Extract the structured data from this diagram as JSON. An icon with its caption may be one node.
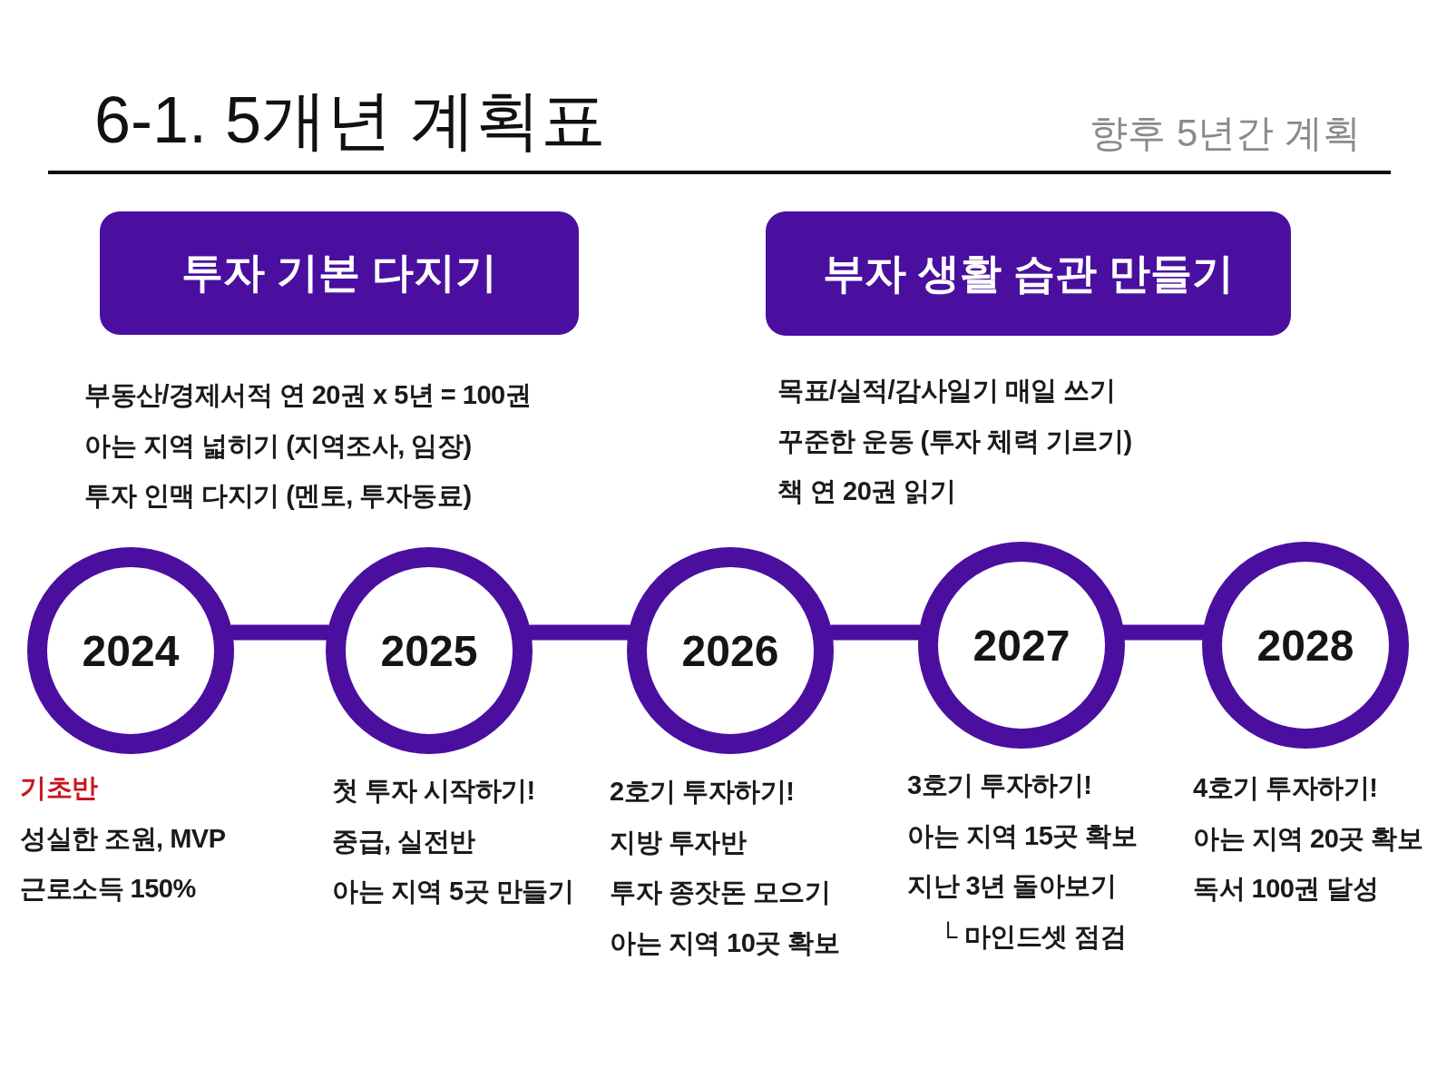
{
  "diagram": {
    "title": "6-1. 5개년 계획표",
    "nodes": [
      {
        "text": [
          "투자 기본 다지기"
        ],
        "beside": [
          "부동산/경제서적 연 20권 x 5년 = 100권",
          "아는 지역 넓히기 (지역조사, 임장)",
          "투자 인맥 다지기 (멘토, 투자동료)"
        ]
      },
      {
        "text": [
          "부자 생활 습관 만들기"
        ],
        "beside": [
          "목표/실적/감사일기 매일 쓰기",
          "꾸준한 운동 (투자 체력 기르기)",
          "책 연 20권 읽기"
        ]
      },
      {
        "text": [
          "2024"
        ],
        "beside": [
          "기초반",
          "성실한 조원, MVP",
          "근로소득 150%"
        ]
      },
      {
        "text": [
          "2025"
        ],
        "beside": [
          "첫 투자 시작하기!",
          "중급, 실전반",
          "아는 지역 5곳 만들기"
        ]
      },
      {
        "text": [
          "2026"
        ],
        "beside": [
          "2호기 투자하기!",
          "지방 투자반",
          "투자 종잣돈 모으기",
          "아는 지역 10곳 확보"
        ]
      },
      {
        "text": [
          "2027"
        ],
        "beside": [
          "3호기 투자하기!",
          "아는 지역 15곳 확보",
          "지난 3년 돌아보기",
          "└ 마인드셋 점검"
        ]
      },
      {
        "text": [
          "2028"
        ],
        "beside": [
          "4호기 투자하기!",
          "아는 지역 20곳 확보",
          "독서 100권 달성"
        ]
      }
    ],
    "edges": [
      {
        "from": 2,
        "to": 3,
        "arrow": "none"
      },
      {
        "from": 3,
        "to": 4,
        "arrow": "none"
      },
      {
        "from": 4,
        "to": 5,
        "arrow": "none"
      },
      {
        "from": 5,
        "to": 6,
        "arrow": "none"
      }
    ],
    "labels": [
      "향후 5년간 계획"
    ]
  }
}
